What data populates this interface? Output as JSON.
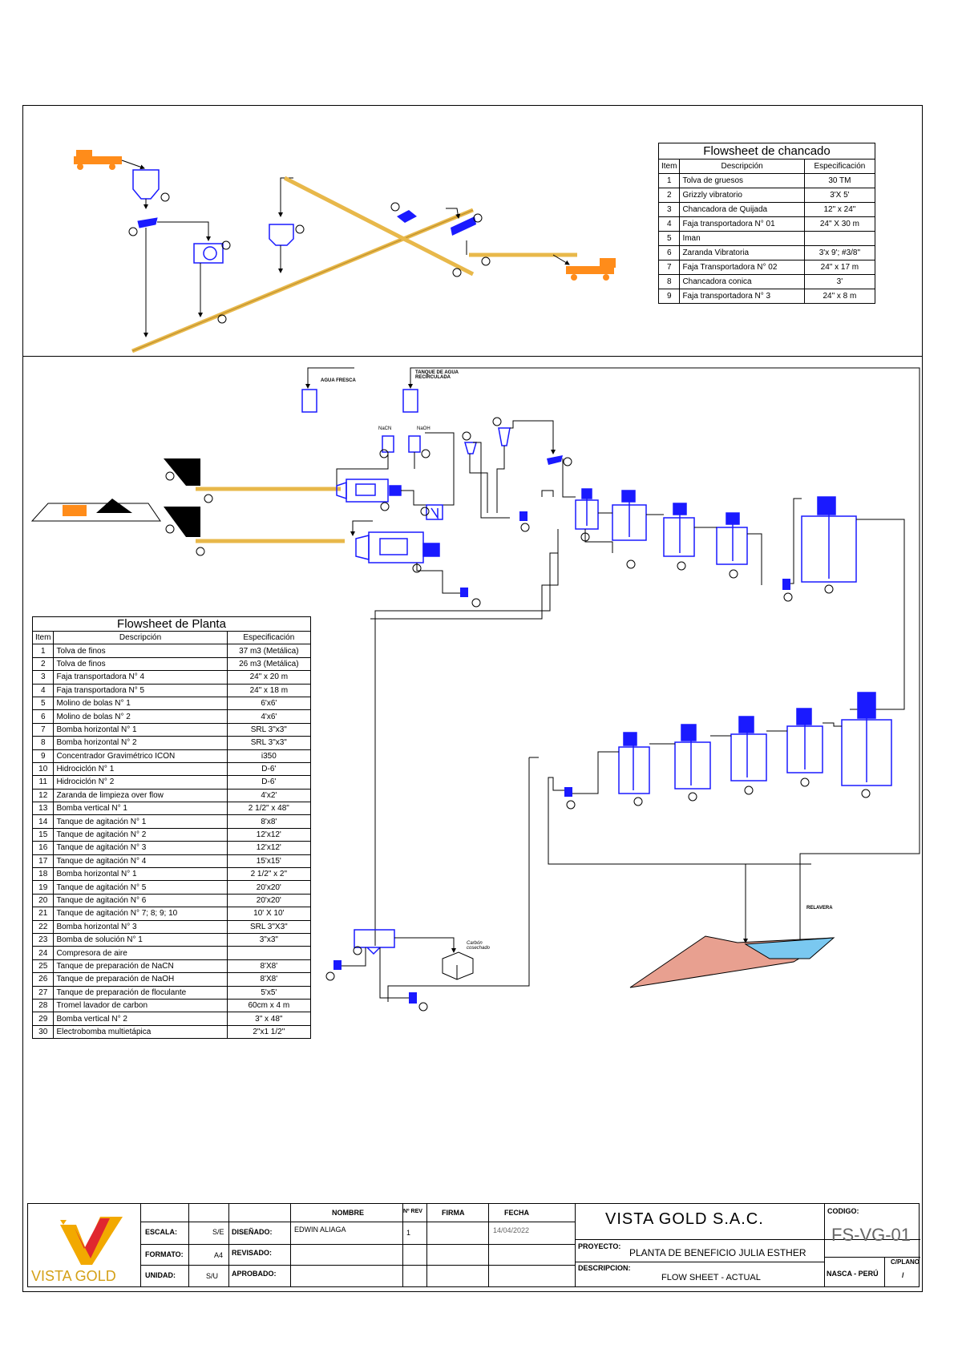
{
  "crushing_table": {
    "title": "Flowsheet de chancado",
    "headers": [
      "Item",
      "Descripción",
      "Especificación"
    ],
    "rows": [
      [
        "1",
        "Tolva de gruesos",
        "30 TM"
      ],
      [
        "2",
        "Grizzly vibratorio",
        "3'X 5'"
      ],
      [
        "3",
        "Chancadora de Quijada",
        "12\" x 24\""
      ],
      [
        "4",
        "Faja transportadora N° 01",
        "24\" X 30 m"
      ],
      [
        "5",
        "Iman",
        ""
      ],
      [
        "6",
        "Zaranda Vibratoria",
        "3'x 9'; #3/8\""
      ],
      [
        "7",
        "Faja Transportadora N° 02",
        "24\" x 17 m"
      ],
      [
        "8",
        "Chancadora conica",
        "3'"
      ],
      [
        "9",
        "Faja transportadora N° 3",
        "24\" x 8 m"
      ]
    ]
  },
  "plant_table": {
    "title": "Flowsheet de Planta",
    "headers": [
      "Item",
      "Descripción",
      "Especificación"
    ],
    "rows": [
      [
        "1",
        "Tolva de finos",
        "37 m3 (Metálica)"
      ],
      [
        "2",
        "Tolva de finos",
        "26 m3 (Metálica)"
      ],
      [
        "3",
        "Faja transportadora N° 4",
        "24\" x 20 m"
      ],
      [
        "4",
        "Faja transportadora N° 5",
        "24\" x 18 m"
      ],
      [
        "5",
        "Molino de bolas N° 1",
        "6'x6'"
      ],
      [
        "6",
        "Molino de bolas N° 2",
        "4'x6'"
      ],
      [
        "7",
        "Bomba horizontal N° 1",
        "SRL 3\"x3\""
      ],
      [
        "8",
        "Bomba horizontal N° 2",
        "SRL 3\"x3\""
      ],
      [
        "9",
        "Concentrador Gravimétrico ICON",
        "i350"
      ],
      [
        "10",
        "Hidrociclón N° 1",
        "D-6'"
      ],
      [
        "11",
        "Hidrociclón N° 2",
        "D-6'"
      ],
      [
        "12",
        "Zaranda de limpieza over flow",
        "4'x2'"
      ],
      [
        "13",
        "Bomba vertical N° 1",
        "2 1/2\" x 48\""
      ],
      [
        "14",
        "Tanque de agitación N° 1",
        "8'x8'"
      ],
      [
        "15",
        "Tanque de agitación N° 2",
        "12'x12'"
      ],
      [
        "16",
        "Tanque de agitación N° 3",
        "12'x12'"
      ],
      [
        "17",
        "Tanque de agitación N° 4",
        "15'x15'"
      ],
      [
        "18",
        "Bomba horizontal N° 1",
        "2 1/2\" x 2\""
      ],
      [
        "19",
        "Tanque de agitación N° 5",
        "20'x20'"
      ],
      [
        "20",
        "Tanque de agitación N° 6",
        "20'x20'"
      ],
      [
        "21",
        "Tanque de agitación N° 7; 8; 9; 10",
        "10' X 10'"
      ],
      [
        "22",
        "Bomba horizontal N° 3",
        "SRL 3\"X3\""
      ],
      [
        "23",
        "Bomba de solución N° 1",
        "3\"x3\""
      ],
      [
        "24",
        "Compresora de aire",
        ""
      ],
      [
        "25",
        "Tanque de preparación de NaCN",
        "8'X8'"
      ],
      [
        "26",
        "Tanque de preparación de NaOH",
        "8'X8'"
      ],
      [
        "27",
        "Tanque de preparación de floculante",
        "5'x5'"
      ],
      [
        "28",
        "Tromel lavador de carbon",
        "60cm x 4 m"
      ],
      [
        "29",
        "Bomba vertical N° 2",
        "3\" x 48\""
      ],
      [
        "30",
        "Electrobomba multietápica",
        "2\"x1 1/2\""
      ]
    ]
  },
  "diagram_labels": {
    "agua_fresca": "AGUA FRESCA",
    "tanque_agua": "TANQUE DE AGUA RECIRCULADA",
    "nacn": "NaCN",
    "naoh": "NaOH",
    "relavera": "RELAVERA",
    "carbon": "Carbón cosechado"
  },
  "title_block": {
    "company_logo_text": "VISTA GOLD",
    "escala_label": "ESCALA:",
    "escala_value": "S/E",
    "formato_label": "FORMATO:",
    "formato_value": "A4",
    "unidad_label": "UNIDAD:",
    "unidad_value": "S/U",
    "nombre_header": "NOMBRE",
    "rev_header": "Nº REV",
    "firma_header": "FIRMA",
    "fecha_header": "FECHA",
    "disenado_label": "DISEÑADO:",
    "disenado_name": "EDWIN ALIAGA",
    "disenado_rev": "1",
    "disenado_fecha": "14/04/2022",
    "revisado_label": "REVISADO:",
    "aprobado_label": "APROBADO:",
    "company": "VISTA GOLD S.A.C.",
    "proyecto_label": "PROYECTO:",
    "proyecto_value": "PLANTA DE BENEFICIO JULIA ESTHER",
    "descripcion_label": "DESCRIPCION:",
    "descripcion_value": "FLOW SHEET - ACTUAL",
    "codigo_label": "CODIGO:",
    "codigo_value": "FS-VG-01",
    "location": "NASCA - PERÚ",
    "plano_label": "C/PLANO",
    "plano_value": "/"
  },
  "colors": {
    "equipment": "#1a1aff",
    "belt": "#e8b84a",
    "truck": "#ff8c1a",
    "line": "#000000"
  }
}
